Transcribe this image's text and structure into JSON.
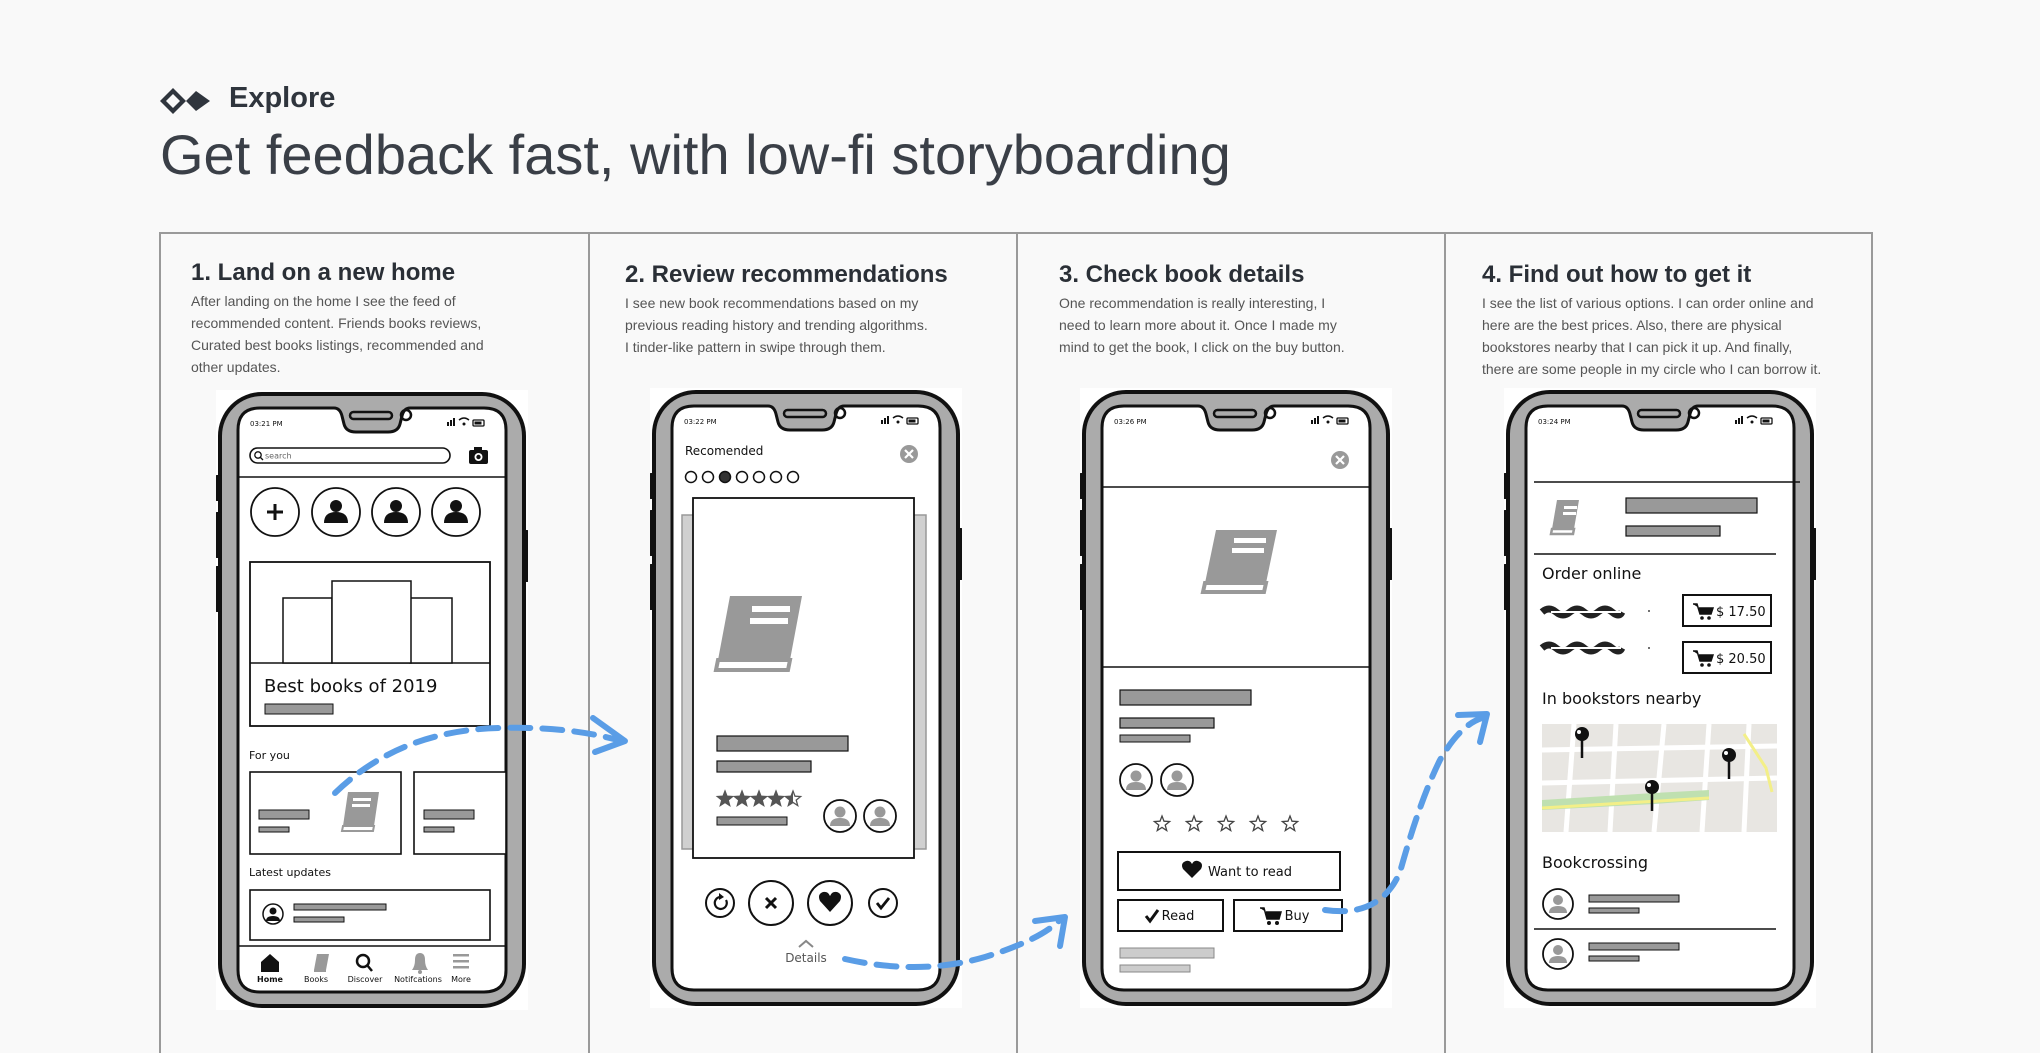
{
  "header": {
    "brand": "Explore",
    "headline": "Get feedback fast, with low-fi storyboarding"
  },
  "colors": {
    "arrow": "#5a9de6",
    "ink": "#111111",
    "fill_gray": "#9a9a9a",
    "map_green": "#bfe0b0",
    "map_yellow": "#f3ef88"
  },
  "steps": [
    {
      "title": "1. Land on a new home",
      "description": [
        "After landing on the home I see the feed of",
        "recommended content. Friends books reviews,",
        "Curated best books listings, recommended and",
        "other updates."
      ],
      "screen": {
        "time": "03:21 PM",
        "search_placeholder": "search",
        "banner": "Best books of 2019",
        "for_you": "For you",
        "latest": "Latest updates",
        "nav": [
          "Home",
          "Books",
          "Discover",
          "Notifcations",
          "More"
        ],
        "icons": [
          "camera-icon",
          "plus-icon",
          "user-icon",
          "book-icon",
          "home-icon",
          "bell-icon",
          "menu-icon"
        ]
      }
    },
    {
      "title": "2. Review recommendations",
      "description": [
        "I see new book recommendations based on my",
        "previous reading history and trending algorithms.",
        "I tinder-like pattern in swipe through them."
      ],
      "screen": {
        "time": "03:22 PM",
        "label": "Recomended",
        "details": "Details",
        "rating": 4.5,
        "rating_max": 5,
        "dots_total": 7,
        "active_dot": 3,
        "icons": [
          "close-icon",
          "refresh-icon",
          "x-icon",
          "heart-icon",
          "check-icon",
          "chevron-up-icon"
        ]
      }
    },
    {
      "title": "3. Check book details",
      "description": [
        "One recommendation is really interesting, I",
        "need to learn more about it. Once I made my",
        "mind to get the book, I click on the buy button."
      ],
      "screen": {
        "time": "03:26 PM",
        "want": "Want to read",
        "read": "Read",
        "buy": "Buy",
        "stars_total": 5,
        "icons": [
          "close-icon",
          "heart-icon",
          "check-icon",
          "cart-icon",
          "star-icon"
        ]
      }
    },
    {
      "title": "4. Find out how to get it",
      "description": [
        "I see the list of various options. I can order online and",
        "here are the best prices. Also, there are physical",
        "bookstores nearby that I can pick it up. And finally,",
        "there are some people in my circle who I can borrow it."
      ],
      "screen": {
        "time": "03:24 PM",
        "order_online": "Order online",
        "prices": [
          "$ 17.50",
          "$ 20.50"
        ],
        "bookstores": "In bookstors nearby",
        "bookcrossing": "Bookcrossing",
        "icons": [
          "cart-icon",
          "map-pin-icon",
          "user-icon"
        ]
      }
    }
  ]
}
